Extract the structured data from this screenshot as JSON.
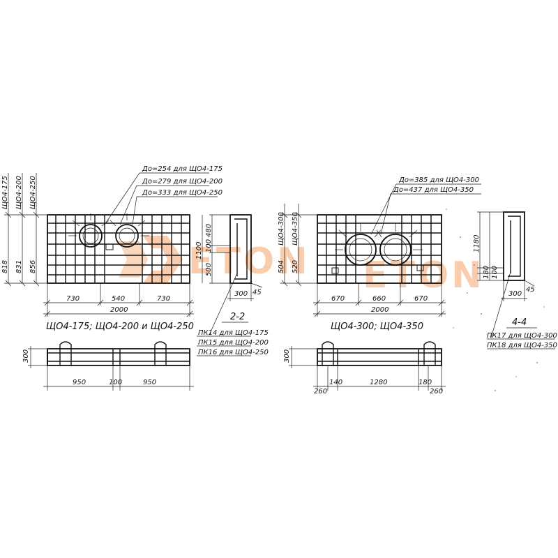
{
  "watermark": {
    "text": "ETON",
    "color": "#f4a46a"
  },
  "left": {
    "vert_labels": [
      "ЩО4-175",
      "ЩО4-200",
      "ЩО4-250"
    ],
    "vert_dims": [
      "818",
      "831",
      "856"
    ],
    "callouts": [
      "Дo=254 для ЩО4-175",
      "Дo=279 для ЩО4-200",
      "Дo=333 для ЩО4-250"
    ],
    "dims_bottom": [
      "730",
      "540",
      "730"
    ],
    "overall": "2000",
    "caption": "ЩО4-175; ЩО4-200 и ЩО4-250",
    "plan_dims": [
      "950",
      "100",
      "950"
    ],
    "plan_height": "300"
  },
  "section22": {
    "title": "2-2",
    "dims_left": [
      "1100",
      "480",
      "100",
      "500"
    ],
    "width": "300",
    "small": "45",
    "notes": [
      "ПК14 для ЩО4-175",
      "ПК15 для ЩО4-200",
      "ПК16 для ЩО4-250"
    ]
  },
  "right": {
    "vert_labels": [
      "ЩО4-300",
      "ЩО4-350"
    ],
    "vert_dims": [
      "504",
      "520"
    ],
    "callouts": [
      "Дo=385 для ЩО4-300",
      "Дo=437 для ЩО4-350"
    ],
    "dims_bottom": [
      "670",
      "660",
      "670"
    ],
    "overall": "2000",
    "caption": "ЩО4-300; ЩО4-350",
    "plan_dims": [
      "260",
      "140",
      "1280",
      "180",
      "260"
    ],
    "plan_height": "300"
  },
  "section44": {
    "title": "4-4",
    "dims_left": [
      "1180",
      "180",
      "100"
    ],
    "width": "300",
    "small": "45",
    "notes": [
      "ПК17 для ЩО4-300",
      "ПК18 для ЩО4-350"
    ]
  }
}
